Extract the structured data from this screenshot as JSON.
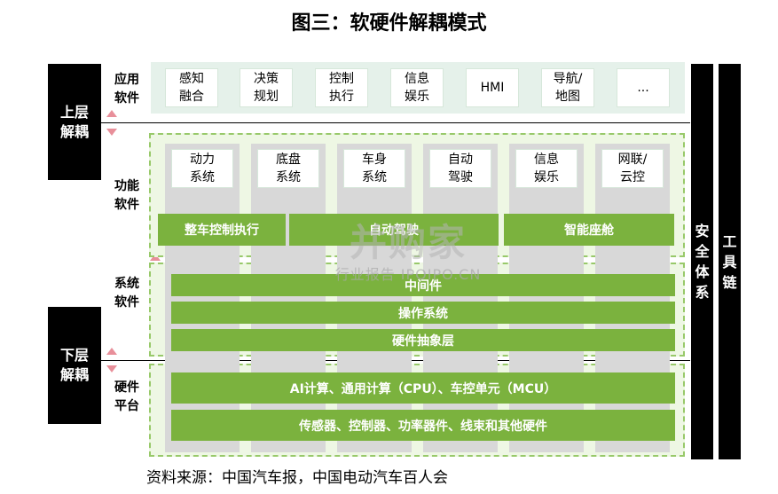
{
  "title": "图三：软硬件解耦模式",
  "left_labels": {
    "upper": "上层\n解耦",
    "lower": "下层\n解耦"
  },
  "row_labels": {
    "app": "应用\n软件",
    "func": "功能\n软件",
    "system": "系统\n软件",
    "hardware": "硬件\n平台"
  },
  "app_items": [
    "感知\n融合",
    "决策\n规划",
    "控制\n执行",
    "信息\n娱乐",
    "HMI",
    "导航/\n地图",
    "..."
  ],
  "func_items": [
    "动力\n系统",
    "底盘\n系统",
    "车身\n系统",
    "自动\n驾驶",
    "信息\n娱乐",
    "网联/\n云控"
  ],
  "func_bars": [
    "整车控制执行",
    "自动驾驶",
    "智能座舱"
  ],
  "system_bars": [
    "中间件",
    "操作系统",
    "硬件抽象层"
  ],
  "hardware_bars": [
    "AI计算、通用计算（CPU）、车控单元（MCU）",
    "传感器、控制器、功率器件、线束和其他硬件"
  ],
  "right_columns": {
    "safety": "安\n全\n体\n系",
    "toolchain": "工\n具\n链"
  },
  "watermark": {
    "brand": "并购家",
    "sub": "行业报告 IPOIPO.CN"
  },
  "source": "资料来源：中国汽车报，中国电动汽车百人会",
  "colors": {
    "accent_green": "#7bb23e",
    "dashed_green": "#98c96a",
    "light_green": "#e5f1ea",
    "arrow_pink": "#e88f9a"
  }
}
